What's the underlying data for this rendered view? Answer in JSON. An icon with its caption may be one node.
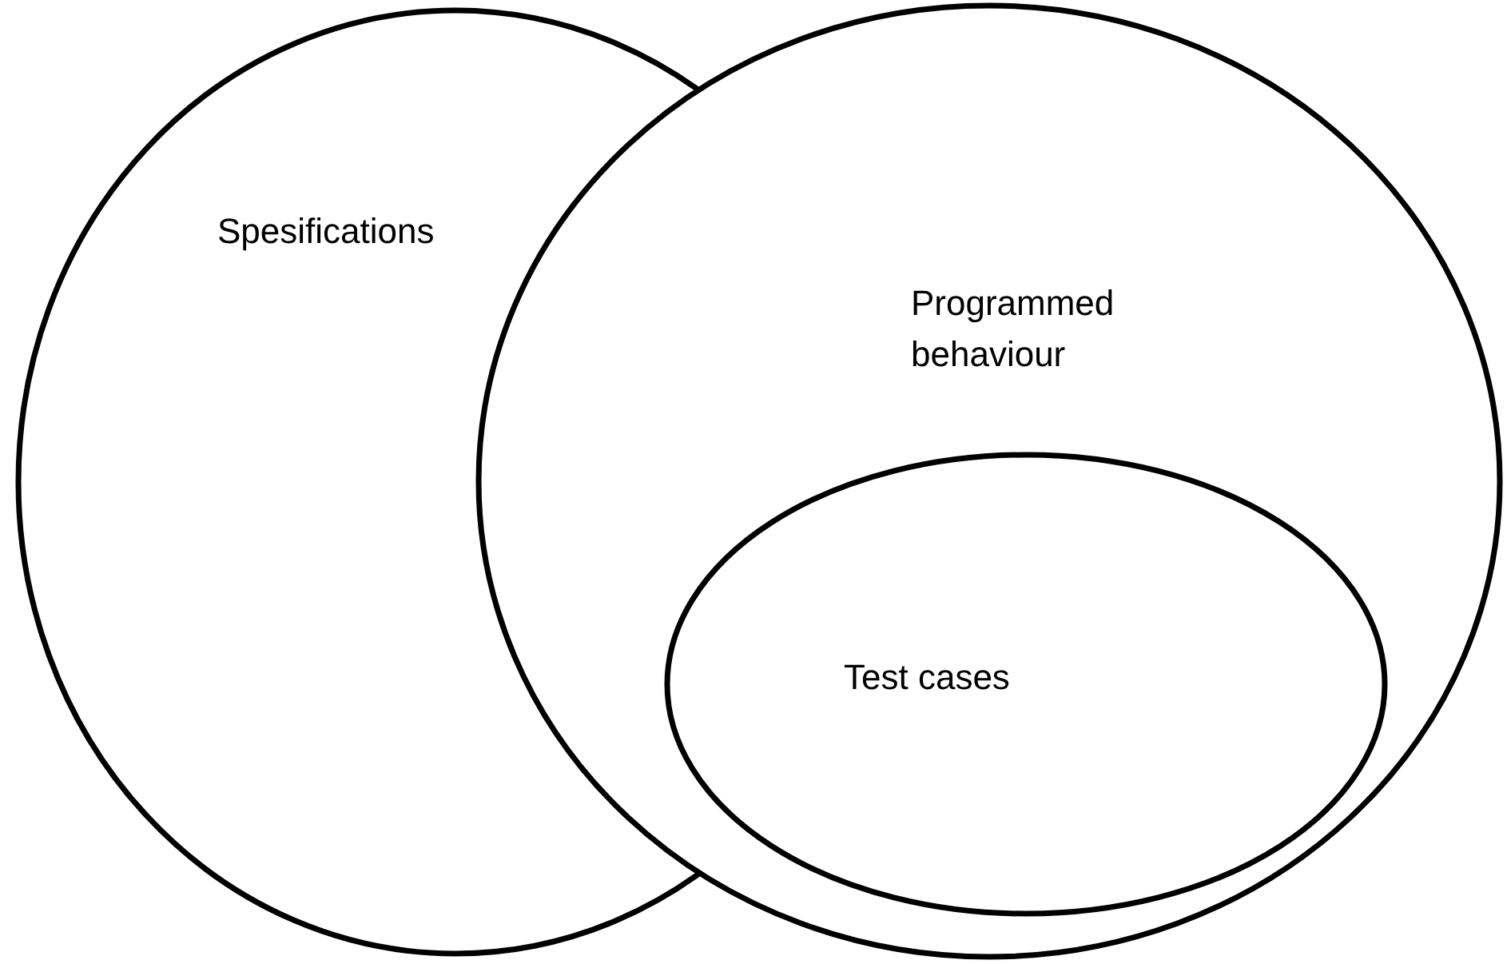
{
  "diagram": {
    "nodes": [
      {
        "text": [
          "Spesifications"
        ]
      },
      {
        "text": [
          "Programmed behaviour"
        ]
      },
      {
        "text": [
          "Test cases"
        ],
        "in": 1
      }
    ]
  }
}
